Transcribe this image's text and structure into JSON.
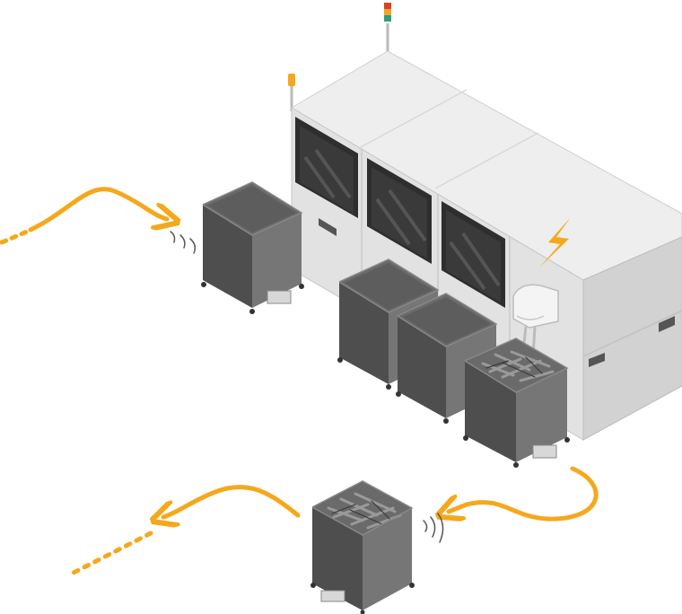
{
  "colors": {
    "accent": "#F5A81C",
    "machine_top": "#EEEEEE",
    "machine_front": "#E2E2E2",
    "machine_side": "#D2D2D2",
    "window": "#2E2E2E",
    "bin_dark": "#4E4E4E",
    "bin_mid": "#5A5A5A",
    "bin_light": "#767676",
    "bin_inner": "#6A6A6A"
  },
  "icons": {
    "lightning": "lightning-icon",
    "signal_left": "wireless-signal-icon",
    "signal_right": "wireless-signal-icon"
  },
  "scene": {
    "machine": "automated-processing-machine",
    "bins": [
      "incoming-empty-bin",
      "empty-bin-1",
      "empty-bin-2",
      "filling-bin",
      "outgoing-full-bin"
    ],
    "flows": [
      "incoming-flow-arrow",
      "machine-output-arrow",
      "outgoing-flow-arrow"
    ]
  }
}
